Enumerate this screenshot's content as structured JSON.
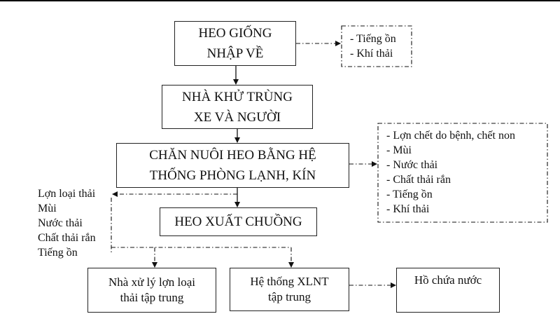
{
  "nodes": {
    "heo_giong": [
      "HEO GIỐNG",
      "NHẬP VỀ"
    ],
    "nha_khu_trung": [
      "NHÀ KHỬ TRÙNG",
      "XE VÀ NGƯỜI"
    ],
    "chan_nuoi": [
      "CHĂN NUÔI HEO BẰNG HỆ",
      "THỐNG PHÒNG LẠNH, KÍN"
    ],
    "heo_xuat_chuong": [
      "HEO XUẤT CHUỒNG"
    ],
    "nha_xu_ly": [
      "Nhà xử lý lợn loại",
      "thải tập trung"
    ],
    "he_thong_xlnt": [
      "Hệ thống XLNT",
      "tập trung"
    ],
    "ho_chua_nuoc": [
      "Hồ chứa nước"
    ]
  },
  "outputs": {
    "heo_giong": [
      "- Tiếng ồn",
      "- Khí thải"
    ],
    "chan_nuoi": [
      "- Lợn chết do bệnh, chết non",
      "- Mùi",
      "- Nước thải",
      "- Chất thải rắn",
      "- Tiếng ồn",
      "- Khí thải"
    ],
    "left": [
      "Lợn loại thải",
      "Mùi",
      "Nước thải",
      "Chất thải rắn",
      "Tiếng ồn"
    ]
  }
}
